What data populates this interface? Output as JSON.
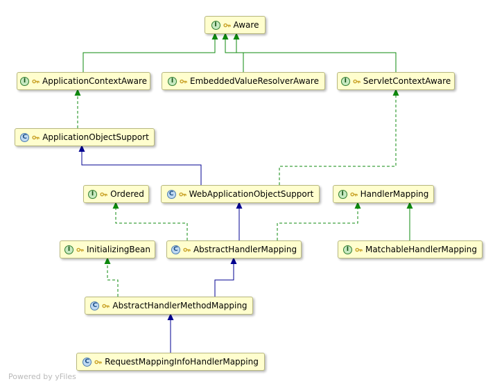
{
  "watermark": "Powered by yFiles",
  "colors": {
    "node_fill": "#FFFECE",
    "node_border": "#B8B87E",
    "interface_edge": "#0E8A0E",
    "class_edge": "#000090"
  },
  "nodes": [
    {
      "id": "Aware",
      "label": "Aware",
      "kind": "interface",
      "icon": "I"
    },
    {
      "id": "ApplicationContextAware",
      "label": "ApplicationContextAware",
      "kind": "interface",
      "icon": "I"
    },
    {
      "id": "EmbeddedValueResolverAware",
      "label": "EmbeddedValueResolverAware",
      "kind": "interface",
      "icon": "I"
    },
    {
      "id": "ServletContextAware",
      "label": "ServletContextAware",
      "kind": "interface",
      "icon": "I"
    },
    {
      "id": "ApplicationObjectSupport",
      "label": "ApplicationObjectSupport",
      "kind": "class",
      "icon": "C"
    },
    {
      "id": "Ordered",
      "label": "Ordered",
      "kind": "interface",
      "icon": "I"
    },
    {
      "id": "WebApplicationObjectSupport",
      "label": "WebApplicationObjectSupport",
      "kind": "class",
      "icon": "C"
    },
    {
      "id": "HandlerMapping",
      "label": "HandlerMapping",
      "kind": "interface",
      "icon": "I"
    },
    {
      "id": "InitializingBean",
      "label": "InitializingBean",
      "kind": "interface",
      "icon": "I"
    },
    {
      "id": "AbstractHandlerMapping",
      "label": "AbstractHandlerMapping",
      "kind": "class",
      "icon": "C"
    },
    {
      "id": "MatchableHandlerMapping",
      "label": "MatchableHandlerMapping",
      "kind": "interface",
      "icon": "I"
    },
    {
      "id": "AbstractHandlerMethodMapping",
      "label": "AbstractHandlerMethodMapping",
      "kind": "class",
      "icon": "C"
    },
    {
      "id": "RequestMappingInfoHandlerMapping",
      "label": "RequestMappingInfoHandlerMapping",
      "kind": "class",
      "icon": "C"
    }
  ],
  "edges": [
    {
      "from": "ApplicationContextAware",
      "to": "Aware",
      "relation": "extends"
    },
    {
      "from": "EmbeddedValueResolverAware",
      "to": "Aware",
      "relation": "extends"
    },
    {
      "from": "ServletContextAware",
      "to": "Aware",
      "relation": "extends"
    },
    {
      "from": "ApplicationObjectSupport",
      "to": "ApplicationContextAware",
      "relation": "implements"
    },
    {
      "from": "WebApplicationObjectSupport",
      "to": "ApplicationObjectSupport",
      "relation": "extends"
    },
    {
      "from": "WebApplicationObjectSupport",
      "to": "ServletContextAware",
      "relation": "implements"
    },
    {
      "from": "AbstractHandlerMapping",
      "to": "WebApplicationObjectSupport",
      "relation": "extends"
    },
    {
      "from": "AbstractHandlerMapping",
      "to": "Ordered",
      "relation": "implements"
    },
    {
      "from": "AbstractHandlerMapping",
      "to": "HandlerMapping",
      "relation": "implements"
    },
    {
      "from": "MatchableHandlerMapping",
      "to": "HandlerMapping",
      "relation": "extends"
    },
    {
      "from": "AbstractHandlerMethodMapping",
      "to": "AbstractHandlerMapping",
      "relation": "extends"
    },
    {
      "from": "AbstractHandlerMethodMapping",
      "to": "InitializingBean",
      "relation": "implements"
    },
    {
      "from": "RequestMappingInfoHandlerMapping",
      "to": "AbstractHandlerMethodMapping",
      "relation": "extends"
    }
  ]
}
